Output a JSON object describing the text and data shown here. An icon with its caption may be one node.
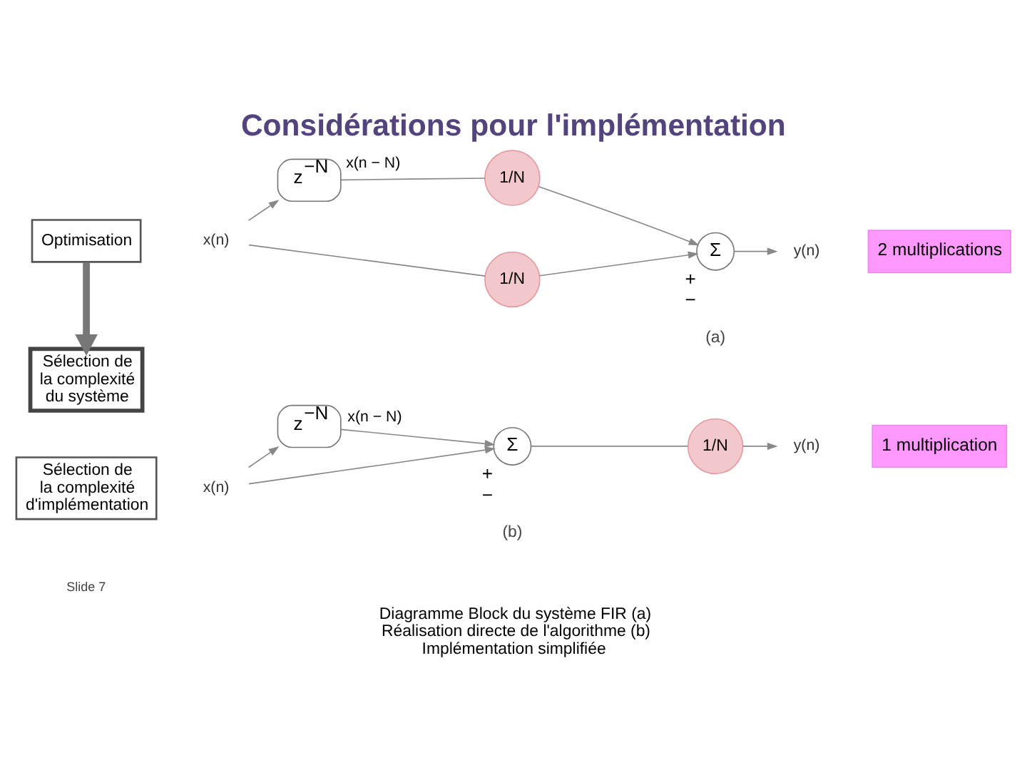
{
  "diagram": {
    "title": "Considérations pour l'implémentation",
    "caption": "Diagramme Block du système FIR (a) Réalisation directe de l'algorithme (b) Implémentation simplifiée",
    "nodes": [
      {
        "text": [
          "Optimisation"
        ]
      },
      {
        "text": [
          "Sélection de la complexité du système"
        ]
      },
      {
        "text": [
          "Sélection de la complexité d'implémentation"
        ]
      },
      {
        "text": [
          "x(n)"
        ]
      },
      {
        "text": [
          "z$^{−N}$"
        ]
      },
      {
        "text": [
          "1/N"
        ]
      },
      {
        "text": [
          "1/N"
        ]
      },
      {
        "text": [
          "Σ"
        ],
        "beside": [
          "+",
          "−"
        ]
      },
      {
        "text": [
          "y(n)"
        ]
      },
      {
        "text": [
          "2 multiplications"
        ]
      },
      {
        "text": [
          "x(n)"
        ]
      },
      {
        "text": [
          "z$^{−N}$"
        ]
      },
      {
        "text": [
          "Σ"
        ],
        "beside": [
          "+",
          "−"
        ]
      },
      {
        "text": [
          "1/N"
        ]
      },
      {
        "text": [
          "y(n)"
        ]
      },
      {
        "text": [
          "1 multiplication"
        ]
      }
    ],
    "edges": [
      {
        "from": 0,
        "to": 1,
        "arrow": "to",
        "style": "thick"
      },
      {
        "from": 3,
        "to": 4,
        "arrow": "to"
      },
      {
        "from": 3,
        "to": 5,
        "arrow": "none"
      },
      {
        "from": 5,
        "to": 7,
        "arrow": "to"
      },
      {
        "from": 4,
        "to": 6,
        "arrow": "none",
        "label": "x(n − N)"
      },
      {
        "from": 6,
        "to": 7,
        "arrow": "to"
      },
      {
        "from": 7,
        "to": 8,
        "arrow": "to"
      },
      {
        "from": 10,
        "to": 11,
        "arrow": "to"
      },
      {
        "from": 10,
        "to": 12,
        "arrow": "to"
      },
      {
        "from": 11,
        "to": 12,
        "arrow": "to",
        "label": "x(n − N)"
      },
      {
        "from": 12,
        "to": 13,
        "arrow": "none"
      },
      {
        "from": 13,
        "to": 14,
        "arrow": "to"
      }
    ],
    "labels": [
      "(a)",
      "(b)",
      "Slide 7"
    ]
  }
}
